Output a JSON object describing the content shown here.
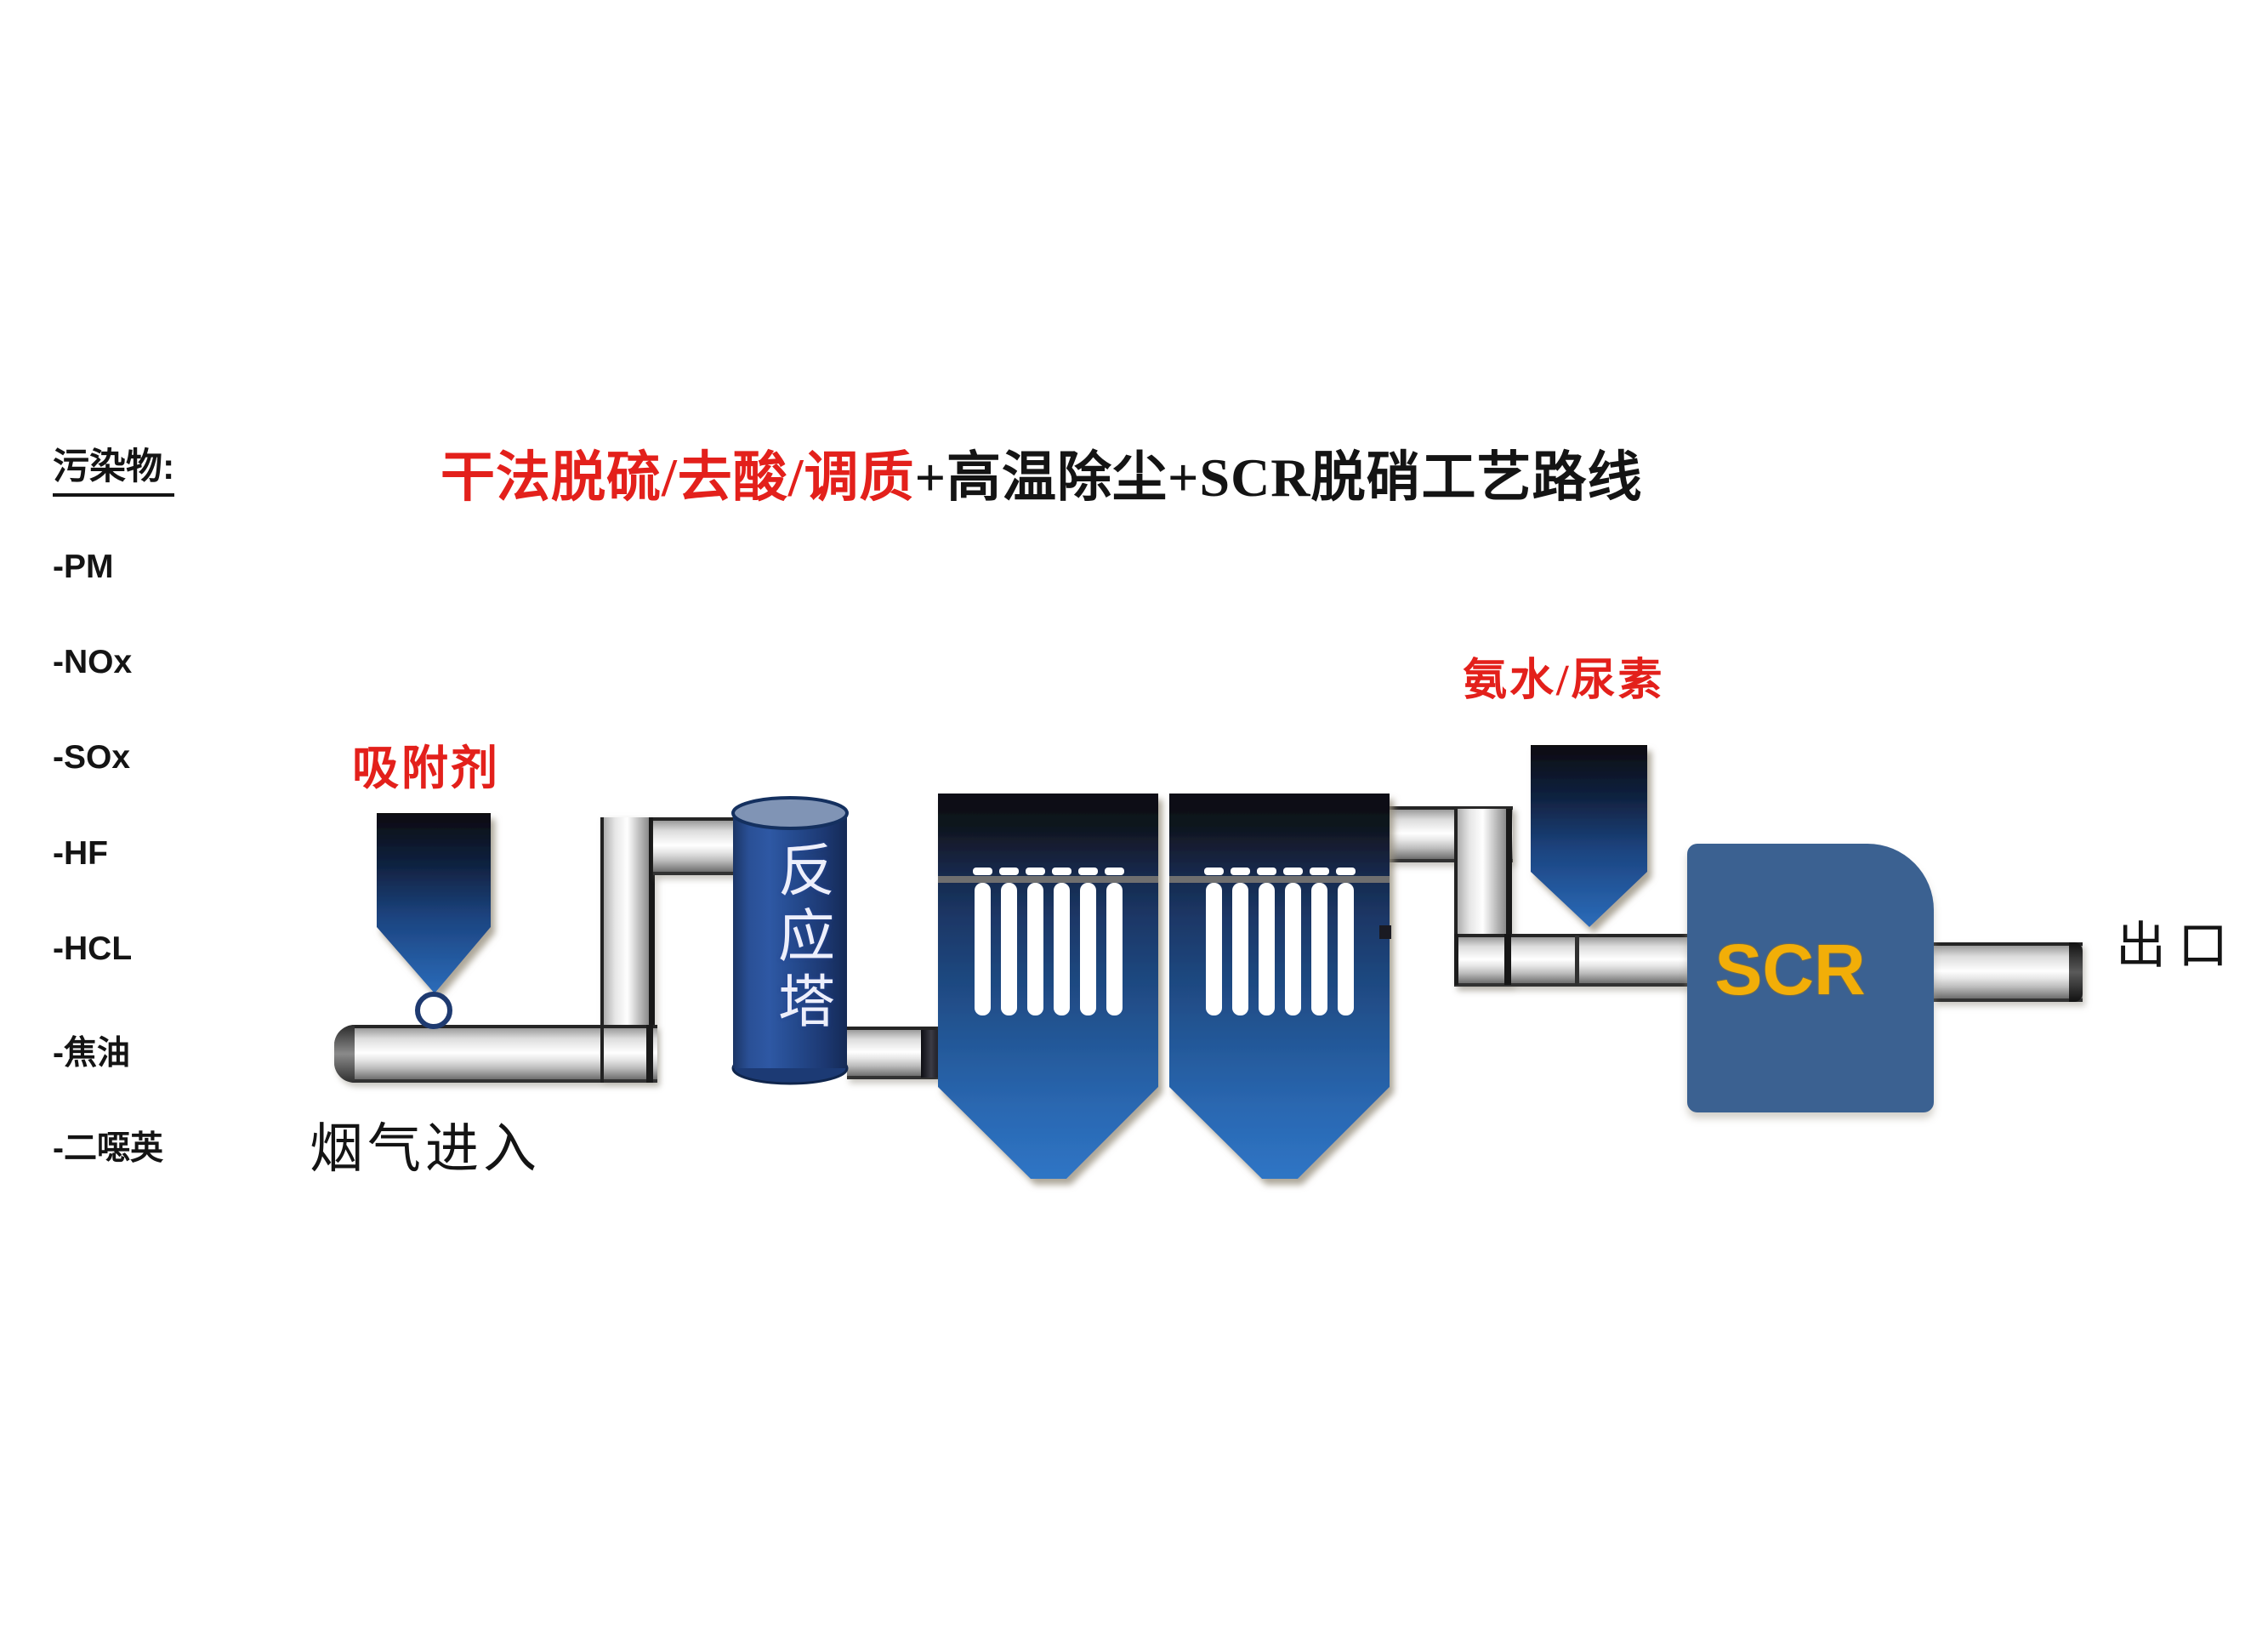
{
  "title": {
    "red_part": "干法脱硫/去酸/调质",
    "black_part": "+高温除尘+SCR脱硝工艺路线"
  },
  "pollutants": {
    "heading": "污染物:",
    "items": [
      "-PM",
      "-NOx",
      "-SOx",
      "-HF",
      "-HCL",
      "-焦油",
      "-二噁英"
    ]
  },
  "equipment": {
    "adsorbent_label": "吸附剂",
    "reactor_tower_label": "反应塔",
    "ammonia_label": "氨水/尿素",
    "scr_label": "SCR",
    "flue_gas_in_label": "烟气进入",
    "outlet_label": "出口"
  },
  "colors": {
    "label_red": "#e3201b",
    "text_black": "#141414",
    "scr_text_yellow": "#f2ae08",
    "scr_box_blue": "#3b6191",
    "vessel_blue": "#2b6cb8",
    "vessel_dark_top": "#0a0c11",
    "cylinder_blue": "#24488a",
    "tower_text": "#edeffb",
    "pipe_grey": "#c9c9c9"
  }
}
